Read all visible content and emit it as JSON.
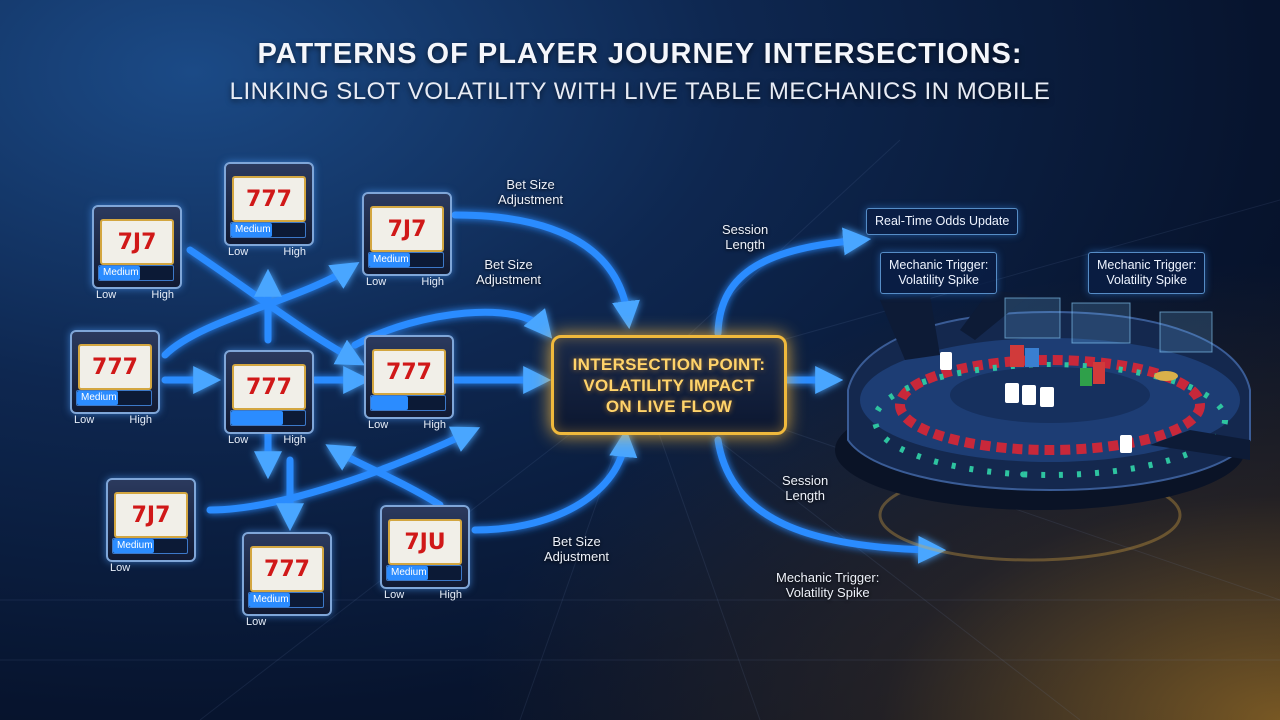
{
  "title": {
    "line1": "PATTERNS OF PLAYER JOURNEY INTERSECTIONS:",
    "line2": "LINKING SLOT VOLATILITY WITH LIVE TABLE MECHANICS IN MOBILE"
  },
  "center": {
    "line1": "INTERSECTION POINT:",
    "line2": "VOLATILITY IMPACT",
    "line3": "ON LIVE FLOW"
  },
  "labels": {
    "bet1": [
      "Bet Size",
      "Adjustment"
    ],
    "bet2": [
      "Bet Size",
      "Adjustment"
    ],
    "bet3": [
      "Bet Size",
      "Adjustment"
    ],
    "session1": [
      "Session",
      "Length"
    ],
    "session2": [
      "Session",
      "Length"
    ],
    "realtime": "Real-Time Odds Update",
    "trigger1": [
      "Mechanic Trigger:",
      "Volatility Spike"
    ],
    "trigger2": [
      "Mechanic Trigger:",
      "Volatility Spike"
    ],
    "trigger3": [
      "Mechanic Trigger:",
      "Volatility Spike"
    ]
  },
  "slots": [
    {
      "symbols": "7J7",
      "bar_label": "Medium",
      "fill": 0.55,
      "low": "Low",
      "high": "High"
    },
    {
      "symbols": "777",
      "bar_label": "Medium",
      "fill": 0.55,
      "low": "Low",
      "high": "High"
    },
    {
      "symbols": "7J7",
      "bar_label": "Medium",
      "fill": 0.55,
      "low": "Low",
      "high": "High"
    },
    {
      "symbols": "777",
      "bar_label": "Medium",
      "fill": 0.55,
      "low": "Low",
      "high": "High"
    },
    {
      "symbols": "777",
      "bar_label": "",
      "fill": 0.7,
      "low": "Low",
      "high": "High"
    },
    {
      "symbols": "777",
      "bar_label": "",
      "fill": 0.5,
      "low": "Low",
      "high": "High"
    },
    {
      "symbols": "7J7",
      "bar_label": "Medium",
      "fill": 0.55,
      "low": "Low",
      "high": ""
    },
    {
      "symbols": "777",
      "bar_label": "Medium",
      "fill": 0.55,
      "low": "Low",
      "high": ""
    },
    {
      "symbols": "7JU",
      "bar_label": "Medium",
      "fill": 0.55,
      "low": "Low",
      "high": "High"
    }
  ],
  "colors": {
    "flow": "#2b8cff",
    "accent": "#f0b93c"
  }
}
